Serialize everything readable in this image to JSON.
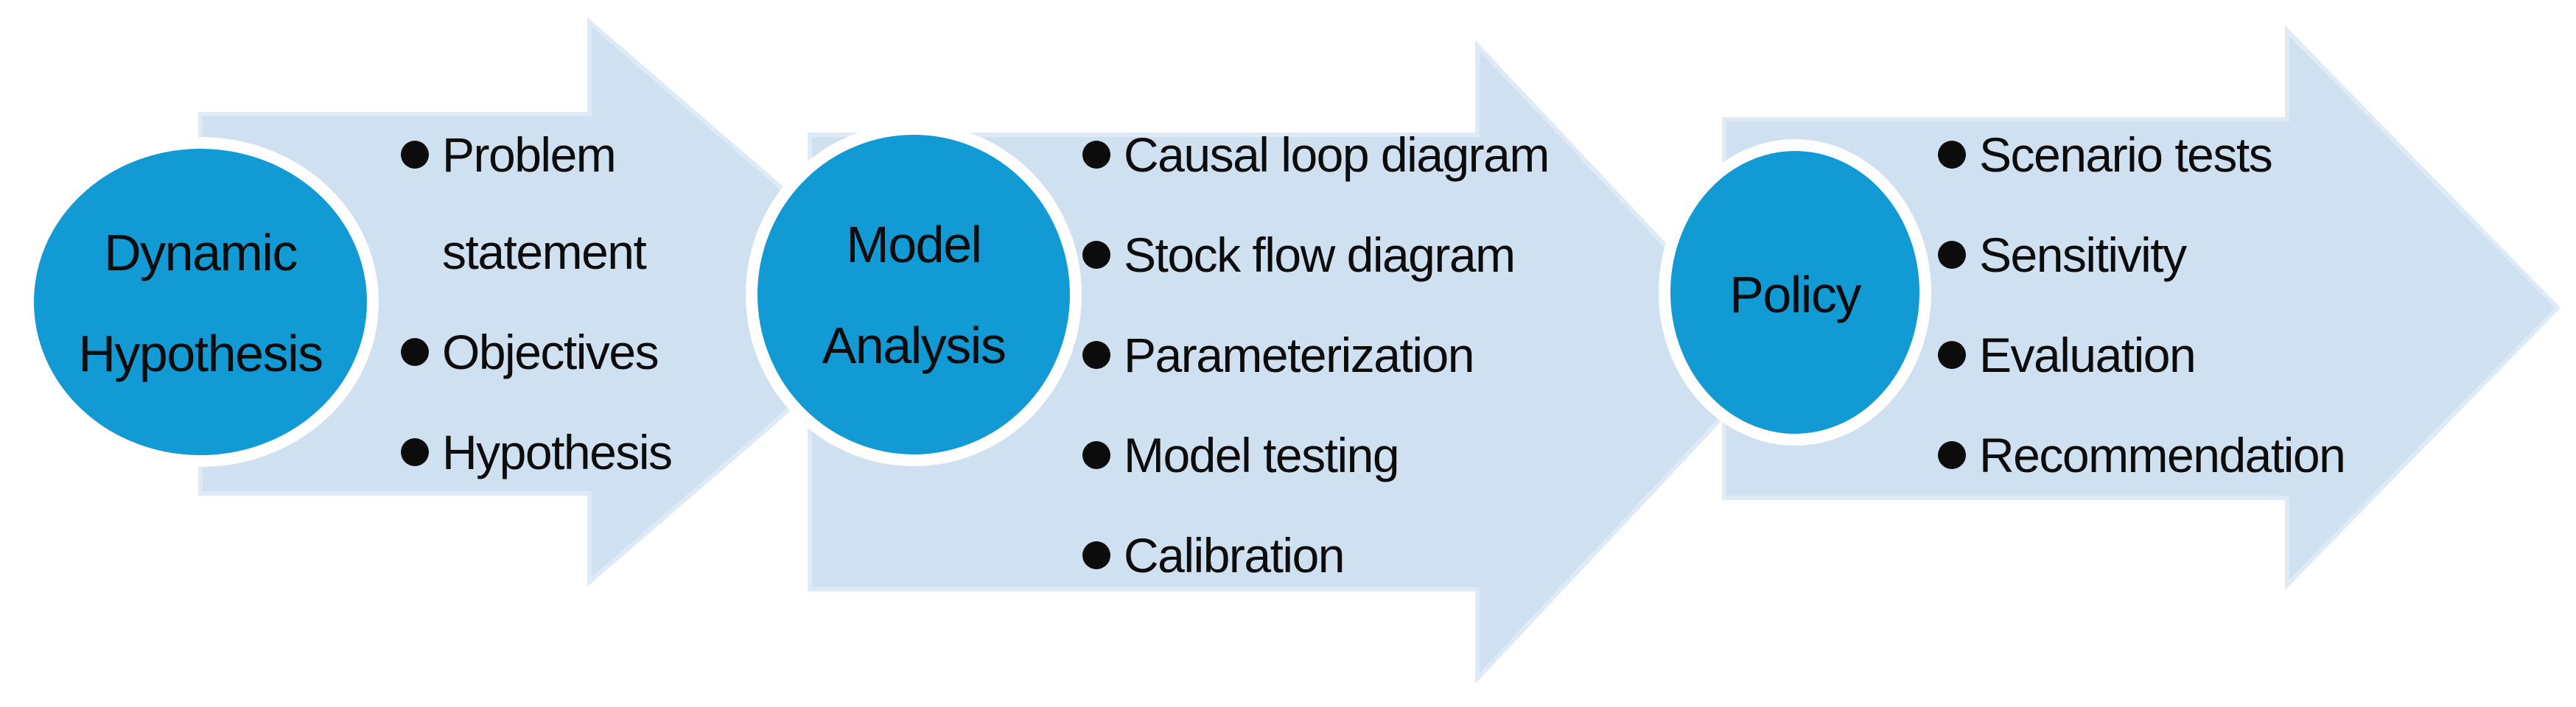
{
  "stages": [
    {
      "circle_label_lines": [
        "Dynamic",
        "Hypothesis"
      ],
      "bullets": [
        "Problem statement",
        "Objectives",
        "Hypothesis"
      ]
    },
    {
      "circle_label_lines": [
        "Model",
        "Analysis"
      ],
      "bullets": [
        "Causal loop diagram",
        "Stock flow diagram",
        "Parameterization",
        "Model testing",
        "Calibration"
      ]
    },
    {
      "circle_label_lines": [
        "Policy"
      ],
      "bullets": [
        "Scenario tests",
        "Sensitivity",
        "Evaluation",
        "Recommendation"
      ]
    }
  ],
  "colors": {
    "circle_fill": "#129ad5",
    "circle_ring": "#ffffff",
    "arrow_fill": "#cfe0f1",
    "arrow_edge": "#dfeaf7",
    "text": "#0c0c0c",
    "bullet_dot": "#0c0c0c"
  }
}
